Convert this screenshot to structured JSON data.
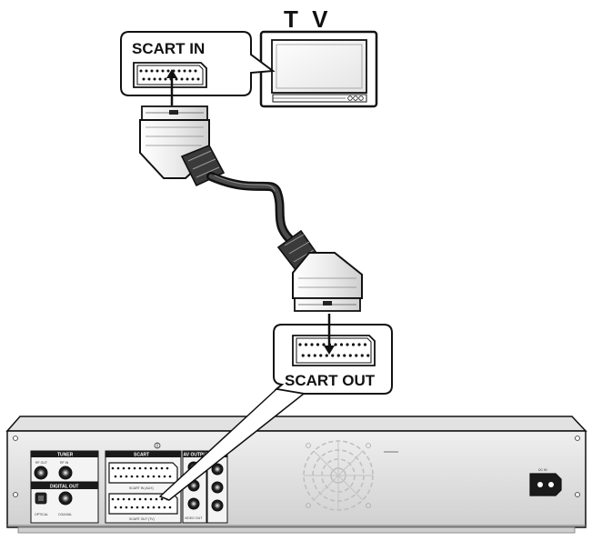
{
  "labels": {
    "tv": "T V",
    "scart_in": "SCART IN",
    "scart_out": "SCART OUT"
  },
  "panel": {
    "tuner": "TUNER",
    "rf_out": "RF OUT",
    "rf_in": "RF IN",
    "digital_out": "DIGITAL OUT",
    "optical": "OPTICAL",
    "coaxial": "COAXIAL",
    "scart": "SCART",
    "scart_in_aux": "SCART IN (AUX)",
    "scart_out_tv": "SCART OUT (TV)",
    "av_output": "AV OUTPUT",
    "video_out": "VIDEO OUT",
    "dc_in": "DC IN"
  }
}
